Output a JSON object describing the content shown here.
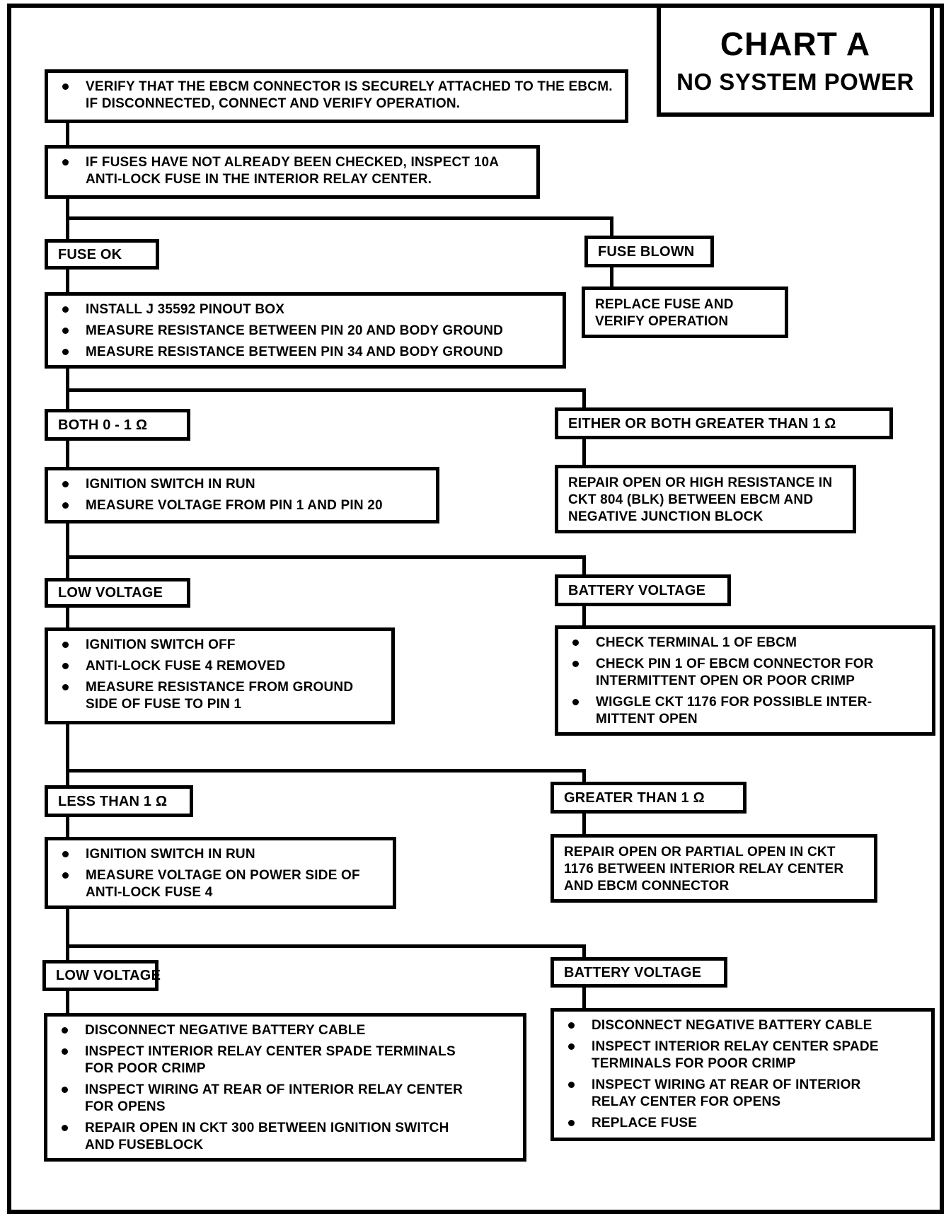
{
  "title": {
    "line1": "CHART A",
    "line2": "NO SYSTEM POWER"
  },
  "colors": {
    "ink": "#000000",
    "paper": "#ffffff"
  },
  "nodes": {
    "verify_ebcm": {
      "items": [
        "VERIFY THAT THE EBCM CONNECTOR IS SECURELY ATTACHED TO THE EBCM. IF DISCONNECTED, CONNECT AND VERIFY OPERATION."
      ]
    },
    "check_fuse": {
      "items": [
        "IF FUSES HAVE NOT ALREADY BEEN CHECKED, INSPECT 10A ANTI-LOCK FUSE IN THE INTERIOR RELAY CENTER."
      ]
    },
    "fuse_ok": {
      "label": "FUSE OK"
    },
    "fuse_blown": {
      "label": "FUSE BLOWN"
    },
    "install_pinout": {
      "items": [
        "INSTALL J 35592 PINOUT BOX",
        "MEASURE RESISTANCE BETWEEN PIN 20 AND BODY GROUND",
        "MEASURE RESISTANCE BETWEEN PIN 34 AND BODY GROUND"
      ]
    },
    "replace_fuse": {
      "text": "REPLACE FUSE AND VERIFY OPERATION"
    },
    "both_0_1": {
      "label": "BOTH 0 - 1  Ω"
    },
    "either_greater": {
      "label": "EITHER OR BOTH GREATER THAN 1  Ω"
    },
    "ignition_run_1": {
      "items": [
        "IGNITION SWITCH IN RUN",
        "MEASURE VOLTAGE FROM PIN 1 AND PIN 20"
      ]
    },
    "repair_ckt804": {
      "text": "REPAIR OPEN OR HIGH RESISTANCE IN CKT 804 (BLK) BETWEEN EBCM AND NEGATIVE JUNCTION BLOCK"
    },
    "low_voltage_1": {
      "label": "LOW VOLTAGE"
    },
    "battery_voltage_1": {
      "label": "BATTERY VOLTAGE"
    },
    "ignition_off": {
      "items": [
        "IGNITION SWITCH OFF",
        "ANTI-LOCK FUSE 4 REMOVED",
        "MEASURE RESISTANCE FROM GROUND SIDE OF FUSE TO PIN 1"
      ]
    },
    "check_terminal": {
      "items": [
        "CHECK TERMINAL 1 OF EBCM",
        "CHECK PIN 1 OF EBCM CONNECTOR FOR INTERMITTENT OPEN OR POOR CRIMP",
        "WIGGLE CKT 1176 FOR POSSIBLE INTER-MITTENT OPEN"
      ]
    },
    "less_than_1": {
      "label": "LESS THAN 1  Ω"
    },
    "greater_than_1": {
      "label": "GREATER THAN 1  Ω"
    },
    "ignition_run_2": {
      "items": [
        "IGNITION SWITCH IN RUN",
        "MEASURE VOLTAGE ON POWER SIDE OF ANTI-LOCK FUSE 4"
      ]
    },
    "repair_ckt1176": {
      "text": "REPAIR OPEN OR PARTIAL OPEN IN CKT 1176 BETWEEN INTERIOR RELAY CENTER AND EBCM CONNECTOR"
    },
    "low_voltage_2": {
      "label": "LOW VOLTAGE"
    },
    "battery_voltage_2": {
      "label": "BATTERY VOLTAGE"
    },
    "final_left": {
      "items": [
        "DISCONNECT NEGATIVE BATTERY CABLE",
        "INSPECT INTERIOR RELAY CENTER SPADE TERMINALS FOR POOR CRIMP",
        "INSPECT WIRING AT REAR OF INTERIOR RELAY CENTER FOR OPENS",
        "REPAIR OPEN IN CKT 300 BETWEEN IGNITION SWITCH AND FUSEBLOCK"
      ]
    },
    "final_right": {
      "items": [
        "DISCONNECT NEGATIVE BATTERY CABLE",
        "INSPECT INTERIOR RELAY CENTER SPADE TERMINALS FOR POOR CRIMP",
        "INSPECT WIRING AT REAR OF INTERIOR RELAY CENTER FOR OPENS",
        "REPLACE FUSE"
      ]
    }
  }
}
